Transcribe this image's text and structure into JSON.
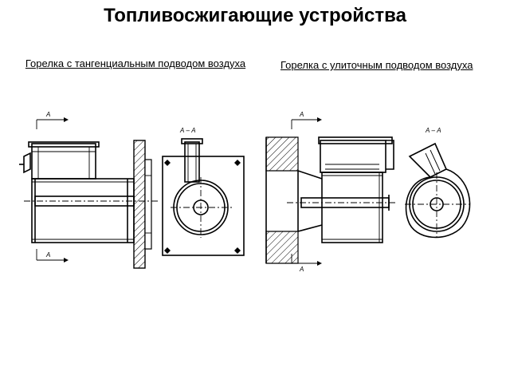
{
  "title": "Топливосжигающие устройства",
  "captions": {
    "tangential": "Горелка с тангенциальным подводом воздуха",
    "volute": "Горелка с улиточным подводом воздуха"
  },
  "section_labels": {
    "marker": "А",
    "section": "А – А"
  }
}
